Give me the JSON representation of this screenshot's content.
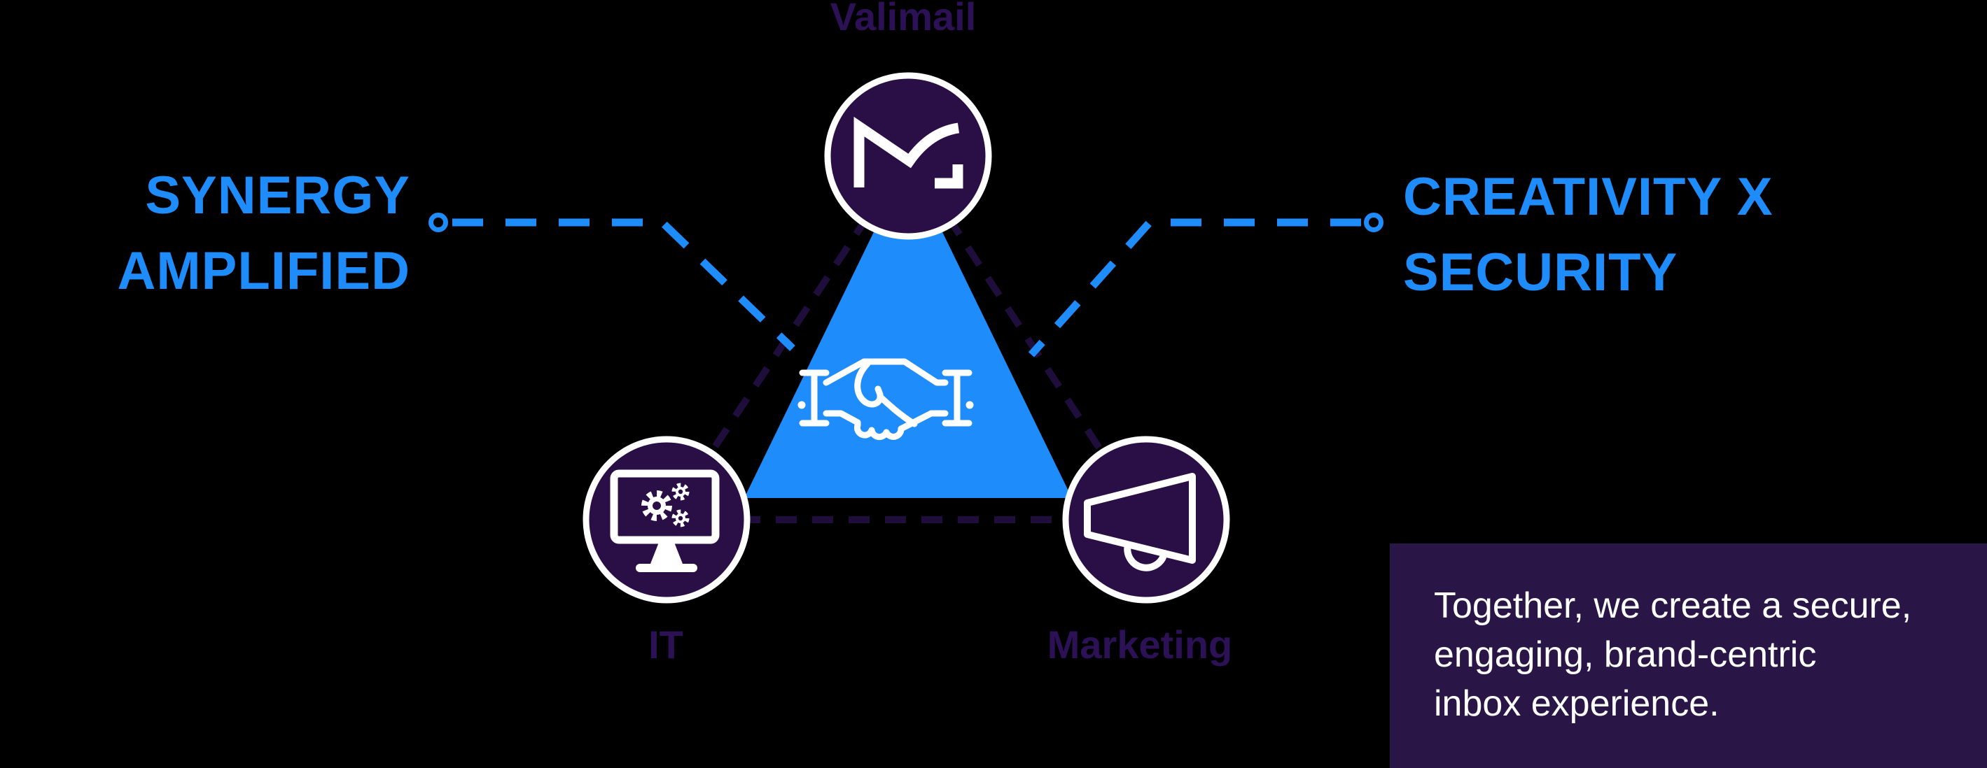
{
  "colors": {
    "accent_blue": "#1E8DFB",
    "node_fill": "#2A0E46",
    "node_border": "#FFFFFF",
    "label_purple": "#2C1157",
    "dash_purple": "#1F0D3B",
    "panel_fill": "#291647",
    "panel_text": "#FFFFFF",
    "background": "#000000"
  },
  "headline_left": {
    "line1": "SYNERGY",
    "line2": "AMPLIFIED"
  },
  "headline_right": {
    "line1": "CREATIVITY X",
    "line2": "SECURITY"
  },
  "nodes": {
    "top": {
      "label": "Valimail",
      "icon": "valimail-logo-icon"
    },
    "left": {
      "label": "IT",
      "icon": "computer-gears-icon"
    },
    "right": {
      "label": "Marketing",
      "icon": "megaphone-icon"
    }
  },
  "center": {
    "icon": "handshake-icon"
  },
  "panel": {
    "line1": "Together, we create a secure,",
    "line2": "engaging, brand-centric",
    "line3": "inbox experience."
  }
}
